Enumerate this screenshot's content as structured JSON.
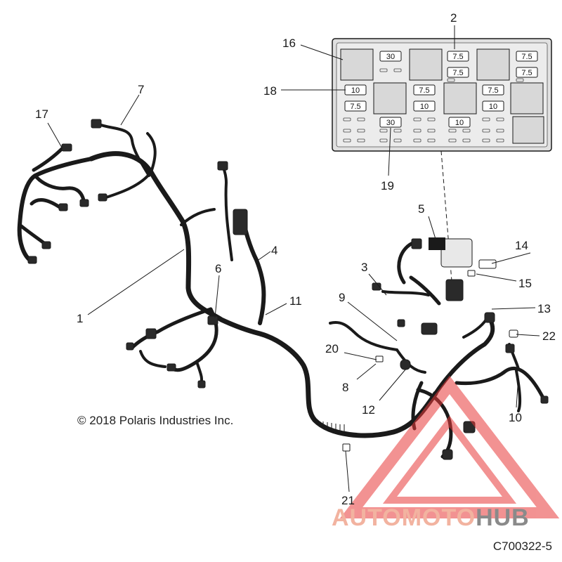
{
  "figure": {
    "copyright": "© 2018 Polaris Industries Inc.",
    "drawing_code": "C700322-5"
  },
  "watermark": {
    "brand_part1": "AUTOMOTO",
    "brand_part2": "HUB",
    "colors": {
      "triangle": "#e83a3a",
      "text_light": "#f2b3a0",
      "text_dark": "#8a8a8a"
    }
  },
  "callouts": [
    {
      "id": "c1",
      "label": "1"
    },
    {
      "id": "c2",
      "label": "2"
    },
    {
      "id": "c3",
      "label": "3"
    },
    {
      "id": "c4",
      "label": "4"
    },
    {
      "id": "c5",
      "label": "5"
    },
    {
      "id": "c6",
      "label": "6"
    },
    {
      "id": "c7",
      "label": "7"
    },
    {
      "id": "c8",
      "label": "8"
    },
    {
      "id": "c9",
      "label": "9"
    },
    {
      "id": "c10",
      "label": "10"
    },
    {
      "id": "c11",
      "label": "11"
    },
    {
      "id": "c12",
      "label": "12"
    },
    {
      "id": "c13",
      "label": "13"
    },
    {
      "id": "c14",
      "label": "14"
    },
    {
      "id": "c15",
      "label": "15"
    },
    {
      "id": "c16",
      "label": "16"
    },
    {
      "id": "c17",
      "label": "17"
    },
    {
      "id": "c18",
      "label": "18"
    },
    {
      "id": "c19",
      "label": "19"
    },
    {
      "id": "c20",
      "label": "20"
    },
    {
      "id": "c21",
      "label": "21"
    },
    {
      "id": "c22",
      "label": "22"
    }
  ],
  "fuse_box": {
    "fuses": [
      "30",
      "7.5",
      "7.5",
      "7.5",
      "7.5",
      "10",
      "7.5",
      "7.5",
      "7.5",
      "10",
      "10",
      "30",
      "10"
    ]
  }
}
